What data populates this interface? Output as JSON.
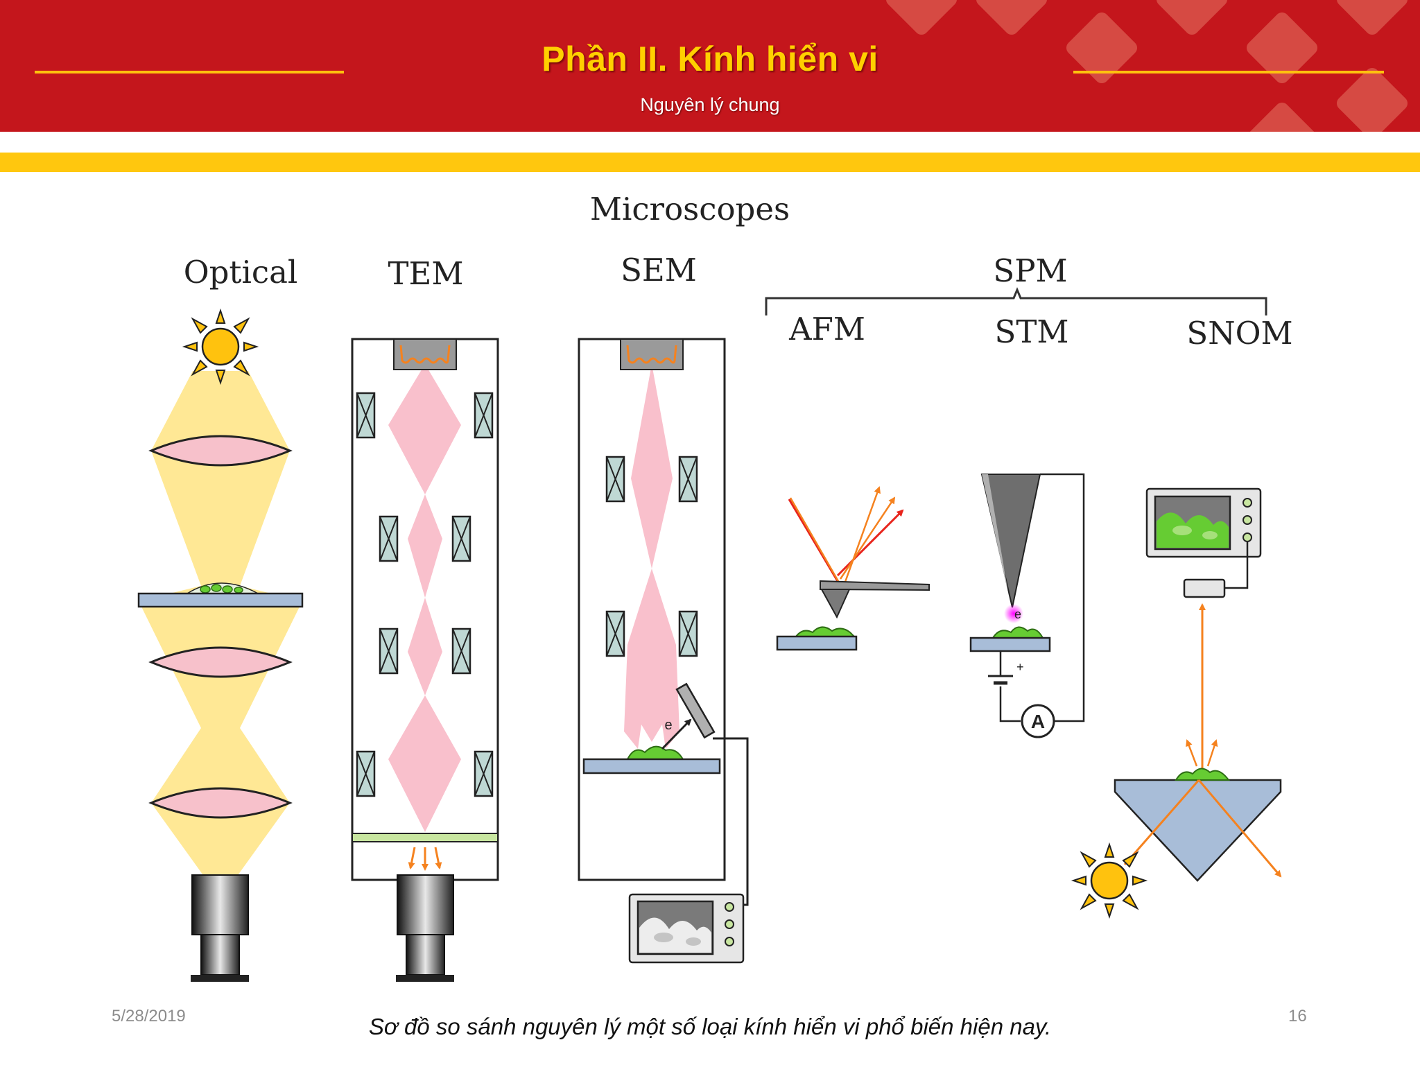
{
  "header": {
    "title": "Phần II. Kính hiển vi",
    "subtitle": "Nguyên lý chung"
  },
  "diagram": {
    "title": "Microscopes",
    "labels": {
      "optical": "Optical",
      "tem": "TEM",
      "sem": "SEM",
      "spm": "SPM",
      "afm": "AFM",
      "stm": "STM",
      "snom": "SNOM",
      "electron": "e",
      "electron_sem": "e",
      "ammeter": "A",
      "plus": "+"
    },
    "colors": {
      "light": "#ffe68a",
      "lens": "#f7c1cb",
      "beam": "#f9c0cc",
      "sample": "#66cc33",
      "slide": "#a8bdd8",
      "laser": "#f5821f",
      "sun": "#ffc20e"
    }
  },
  "footer": {
    "date": "5/28/2019",
    "page": "16",
    "caption": "Sơ đồ so sánh nguyên lý một số loại kính hiển vi phổ biến hiện nay."
  }
}
